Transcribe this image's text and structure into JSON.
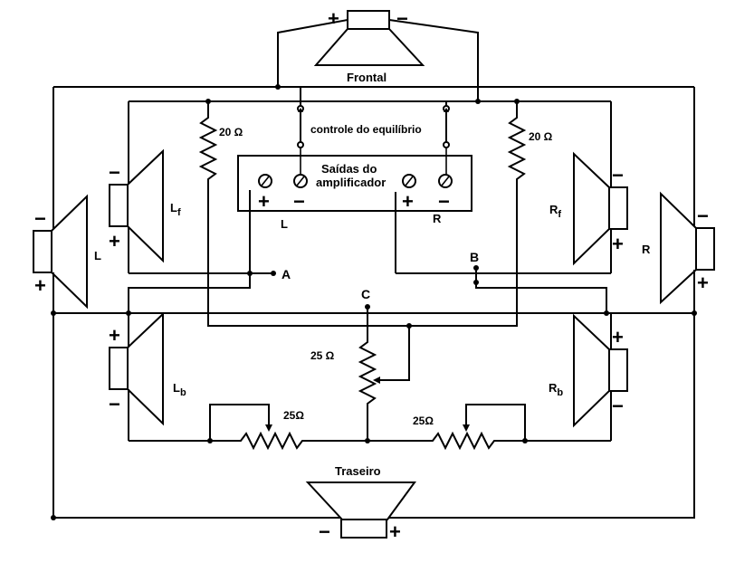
{
  "labels": {
    "frontal": "Frontal",
    "traseiro": "Traseiro",
    "control": "controle do equilíbrio",
    "outputs_line1": "Saídas do",
    "outputs_line2": "amplificador",
    "out_left": "L",
    "out_right": "R",
    "point_a": "A",
    "point_b": "B",
    "point_c": "C",
    "res_left_20": "20 Ω",
    "res_right_20": "20 Ω",
    "res_center_25": "25 Ω",
    "res_left_25": "25Ω",
    "res_right_25": "25Ω",
    "speaker_l": "L",
    "speaker_r": "R",
    "speaker_lf": "L",
    "speaker_lf_sub": "f",
    "speaker_rf": "R",
    "speaker_rf_sub": "f",
    "speaker_lb": "L",
    "speaker_lb_sub": "b",
    "speaker_rb": "R",
    "speaker_rb_sub": "b",
    "plus": "+",
    "minus": "−"
  }
}
